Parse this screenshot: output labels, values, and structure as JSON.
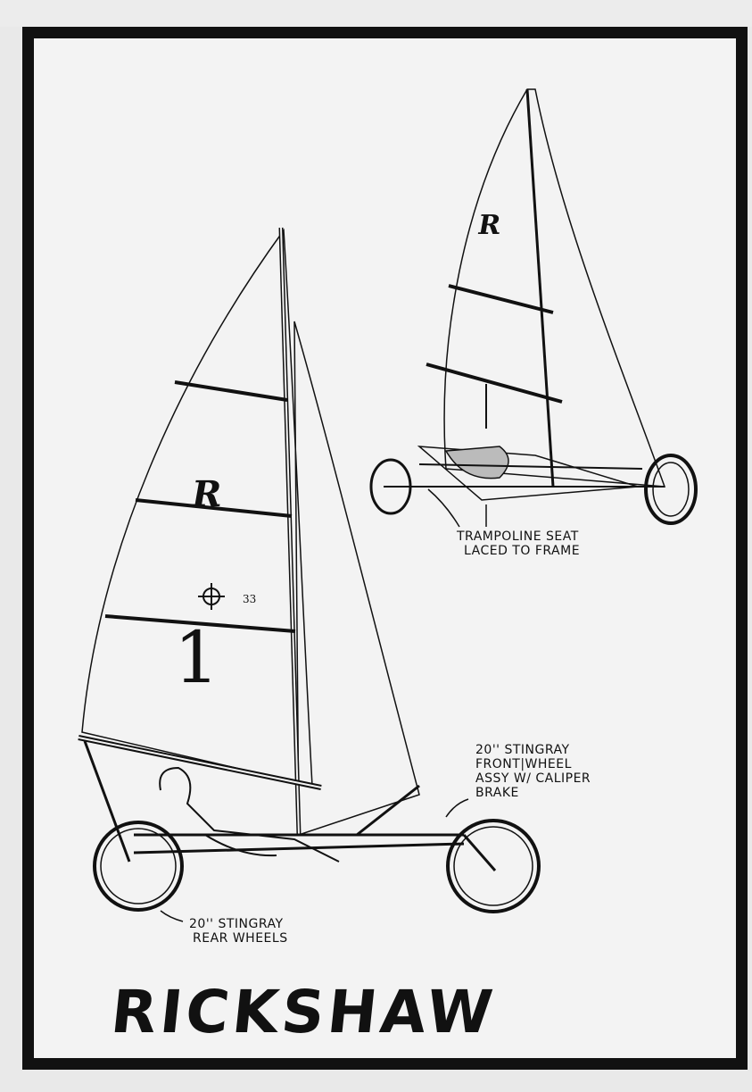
{
  "illustration": {
    "title": "RICKSHAW",
    "labels": {
      "trampoline": [
        "TRAMPOLINE SEAT",
        "LACED TO FRAME"
      ],
      "front_wheel": [
        "20'' STINGRAY",
        "FRONT|WHEEL",
        "ASSY W/ CALIPER",
        "BRAKE"
      ],
      "rear_wheels": [
        "20'' STINGRAY",
        "REAR WHEELS"
      ]
    },
    "sail_markings": {
      "insignia": "R",
      "sail_number": "1",
      "rating": "33"
    }
  },
  "colors": {
    "ink": "#111111",
    "paper": "#f3f3f3"
  }
}
